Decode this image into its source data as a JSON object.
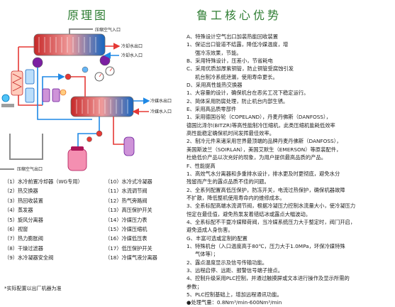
{
  "left_title": "原理图",
  "right_title": "鲁工核心优势",
  "diagram_labels": {
    "air_in_top": "压缩空气入口",
    "water_out_top": "冷却水出口",
    "water_in_top": "冷却水入口",
    "water_out_mid": "冷媒水出口",
    "water_in_mid": "冷媒水入口",
    "air_out": "压缩空气出口"
  },
  "colors": {
    "hot": "#e53935",
    "cold": "#1e88e5",
    "green": "#2e7d32",
    "purple": "#8e3fa8",
    "gray": "#8c8c8c"
  },
  "legend_left": [
    "（1）水冷前置冷却器（WG专用）",
    "（2）热交换器",
    "（3）热回收装置",
    "（4）蒸发器",
    "（5）旋风分离器",
    "（6）视窗",
    "（7）热力膨胀阀",
    "（8）干燥过滤器",
    "（9）水冷凝器安全阀"
  ],
  "legend_right": [
    "（10）水冷式冷凝器",
    "（11）水流调节阀",
    "（12）热气旁路阀",
    "（13）高压保护开关",
    "（14）冷媒压力表",
    "（15）冷媒压缩机",
    "（16）冷媒低压表",
    "（17）低压保护开关",
    "（18）冷媒气液分离器"
  ],
  "footnote": "*实际配置以出厂机器为准",
  "advantages": [
    {
      "t": "A、特殊设计空气出口加装热能回收装置",
      "i": 0
    },
    {
      "t": "1、保证出口管道不结露，降低冷媒温度，增",
      "i": 0
    },
    {
      "t": "强冷冻效果，节能。",
      "i": 1
    },
    {
      "t": "B、采用特殊设计，压差小，节省耗电",
      "i": 0
    },
    {
      "t": "C、采用优质加厚紫铜管，防止铜管受腐蚀引发",
      "i": 0
    },
    {
      "t": "机台制冷系统泄漏，使用寿命更长。",
      "i": 1
    },
    {
      "t": "D、采用高性能热交换器",
      "i": 0
    },
    {
      "t": "1、大容量的设计，确保机台在恶劣工况下稳定运行。",
      "i": 0
    },
    {
      "t": "2、简体采用防腐处理，防止机台内部生锈。",
      "i": 0
    },
    {
      "t": "E、采用高品质零部件",
      "i": 0
    },
    {
      "t": "1、采用德国谷轮（COPELAND），丹麦丹佛斯（DANFOSS），",
      "i": 0
    },
    {
      "t": "德国比泽尔(BITZR)等高性能制冷压缩机，此类压缩机能耗低效率",
      "i": 0
    },
    {
      "t": "高性能稳定确保机时间发挥最佳效率。",
      "i": 0
    },
    {
      "t": "2、制冷元件来诸采用世界最顶端的品牌丹麦丹佛斯（DANFOSS），",
      "i": 0
    },
    {
      "t": "美国斯波兰（SOIRLAN），美国艾默生（EMERSON）等原装配件，",
      "i": 0
    },
    {
      "t": "杜绝低价产品以次充好的现象，为用户提供最高品质的产品。",
      "i": 0
    },
    {
      "t": "F、性能提高",
      "i": 0
    },
    {
      "t": "1、高效气水分离器和多重排水设计，排水更及时更彻底，避免水分",
      "i": 0
    },
    {
      "t": "残留而产生的露点品质不佳的问题。",
      "i": 0
    },
    {
      "t": "2、全系列配置高低压保护，防冻开关，电流过热保护，确保机器故障",
      "i": 0
    },
    {
      "t": "不扩散，降低整机使用寿命内的维修成本。",
      "i": 0
    },
    {
      "t": "3、全系标配高端水流调节阀，根据冷凝压力控制水流量大小，使冷凝压力",
      "i": 0
    },
    {
      "t": "恒定在最佳值，避免热泵发着错结冰或露点大幅波动。",
      "i": 0
    },
    {
      "t": "4、全系标配不干耍冷媒释荷阀，当冷媒系统压力大于整定时，阀门开启，",
      "i": 0
    },
    {
      "t": "避免造成人身伤害。",
      "i": 0
    },
    {
      "t": "G、丰富可选或定制的配置",
      "i": 0
    },
    {
      "t": "1、特殊机台（入口温度高于80℃，压力大于1.0MPa，环保冷媒特殊",
      "i": 0
    },
    {
      "t": "气体等）；",
      "i": 1
    },
    {
      "t": "2、露点温度显示及信号传输功能。",
      "i": 0
    },
    {
      "t": "3、远程启停、远距、报警信号端子接点。",
      "i": 0
    },
    {
      "t": "4、控制升级采用PLC控制，并通过触摸屏或文本进行操作及显示所需的",
      "i": 0
    },
    {
      "t": "参数；",
      "i": 0
    },
    {
      "t": "5、PLC控制基础上，增加远程通讯功能。",
      "i": 0
    },
    {
      "t": "●处理气量：0.8Nm³/min-600Nm³/min",
      "i": 0
    }
  ]
}
